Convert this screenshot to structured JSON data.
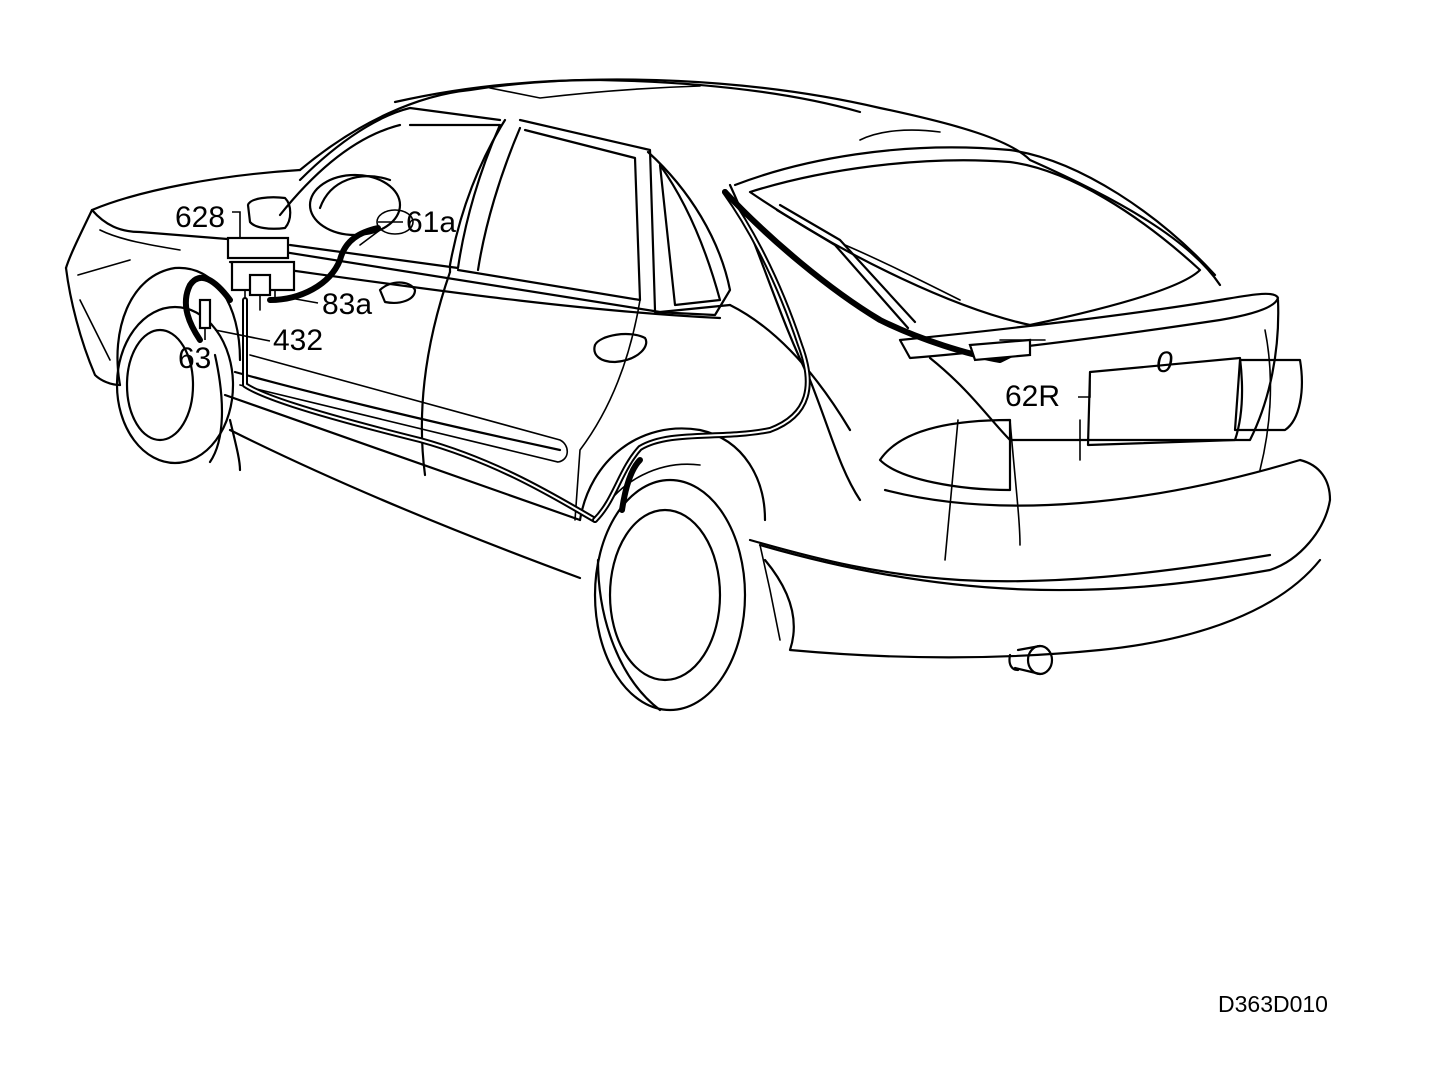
{
  "callouts": [
    {
      "id": "628",
      "label": "628"
    },
    {
      "id": "61a",
      "label": "61a"
    },
    {
      "id": "83a",
      "label": "83a"
    },
    {
      "id": "432",
      "label": "432"
    },
    {
      "id": "63",
      "label": "63"
    },
    {
      "id": "62R",
      "label": "62R"
    }
  ],
  "badge": {
    "glyph": "0"
  },
  "drawing_code": "D363D010"
}
